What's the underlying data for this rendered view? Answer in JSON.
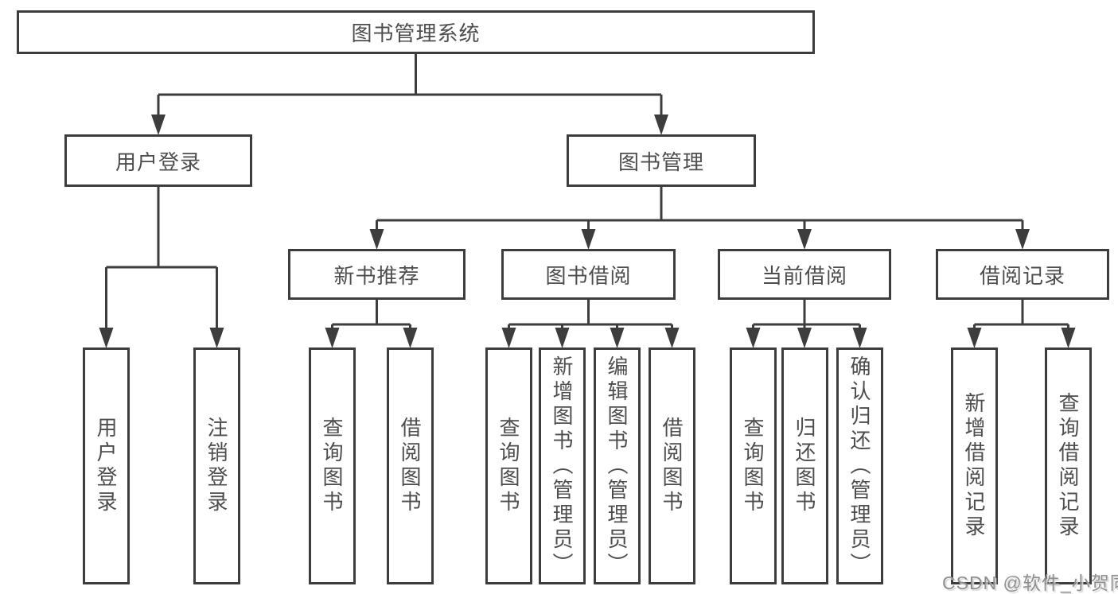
{
  "tree": {
    "root": {
      "label": "图书管理系统"
    },
    "branches": [
      {
        "label": "用户登录",
        "children": [
          {
            "label": "用户登录"
          },
          {
            "label": "注销登录"
          }
        ]
      },
      {
        "label": "图书管理",
        "groups": [
          {
            "label": "新书推荐",
            "children": [
              {
                "label": "查询图书"
              },
              {
                "label": "借阅图书"
              }
            ]
          },
          {
            "label": "图书借阅",
            "children": [
              {
                "label": "查询图书"
              },
              {
                "label": "新增图书（管理员）"
              },
              {
                "label": "编辑图书（管理员）"
              },
              {
                "label": "借阅图书"
              }
            ]
          },
          {
            "label": "当前借阅",
            "children": [
              {
                "label": "查询图书"
              },
              {
                "label": "归还图书"
              },
              {
                "label": "确认归还（管理员）"
              }
            ]
          },
          {
            "label": "借阅记录",
            "children": [
              {
                "label": "新增借阅记录"
              },
              {
                "label": "查询借阅记录"
              }
            ]
          }
        ]
      }
    ]
  },
  "watermark": {
    "text": "CSDN @软件_小贺同学"
  },
  "colors": {
    "line": "#3d3d3d",
    "box_border": "#3d3d3d",
    "text": "#4d4d4d",
    "watermark_text": "#8f8f8f",
    "background": "#ffffff"
  }
}
